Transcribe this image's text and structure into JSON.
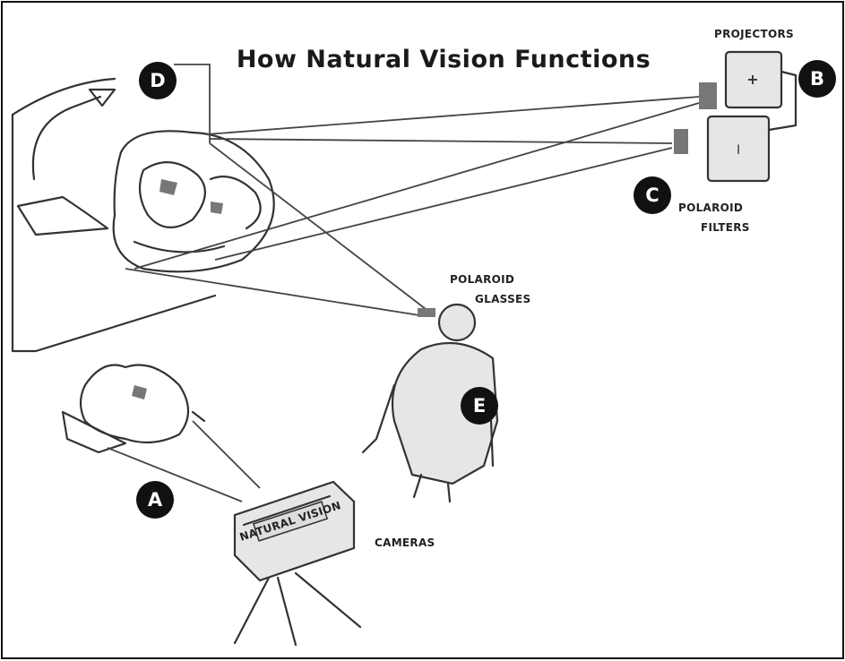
{
  "title": "How Natural Vision Functions",
  "markers": [
    {
      "id": "A",
      "letter": "A"
    },
    {
      "id": "B",
      "letter": "B"
    },
    {
      "id": "C",
      "letter": "C"
    },
    {
      "id": "D",
      "letter": "D"
    },
    {
      "id": "E",
      "letter": "E"
    }
  ],
  "labels": {
    "projectors": "PROJECTORS",
    "polaroid_filters_1": "POLAROID",
    "polaroid_filters_2": "FILTERS",
    "polaroid_glasses_1": "POLAROID",
    "polaroid_glasses_2": "GLASSES",
    "cameras": "CAMERAS",
    "camera_plate": "NATURAL VISION"
  },
  "colors": {
    "ink": "#111111",
    "background": "#ffffff"
  }
}
